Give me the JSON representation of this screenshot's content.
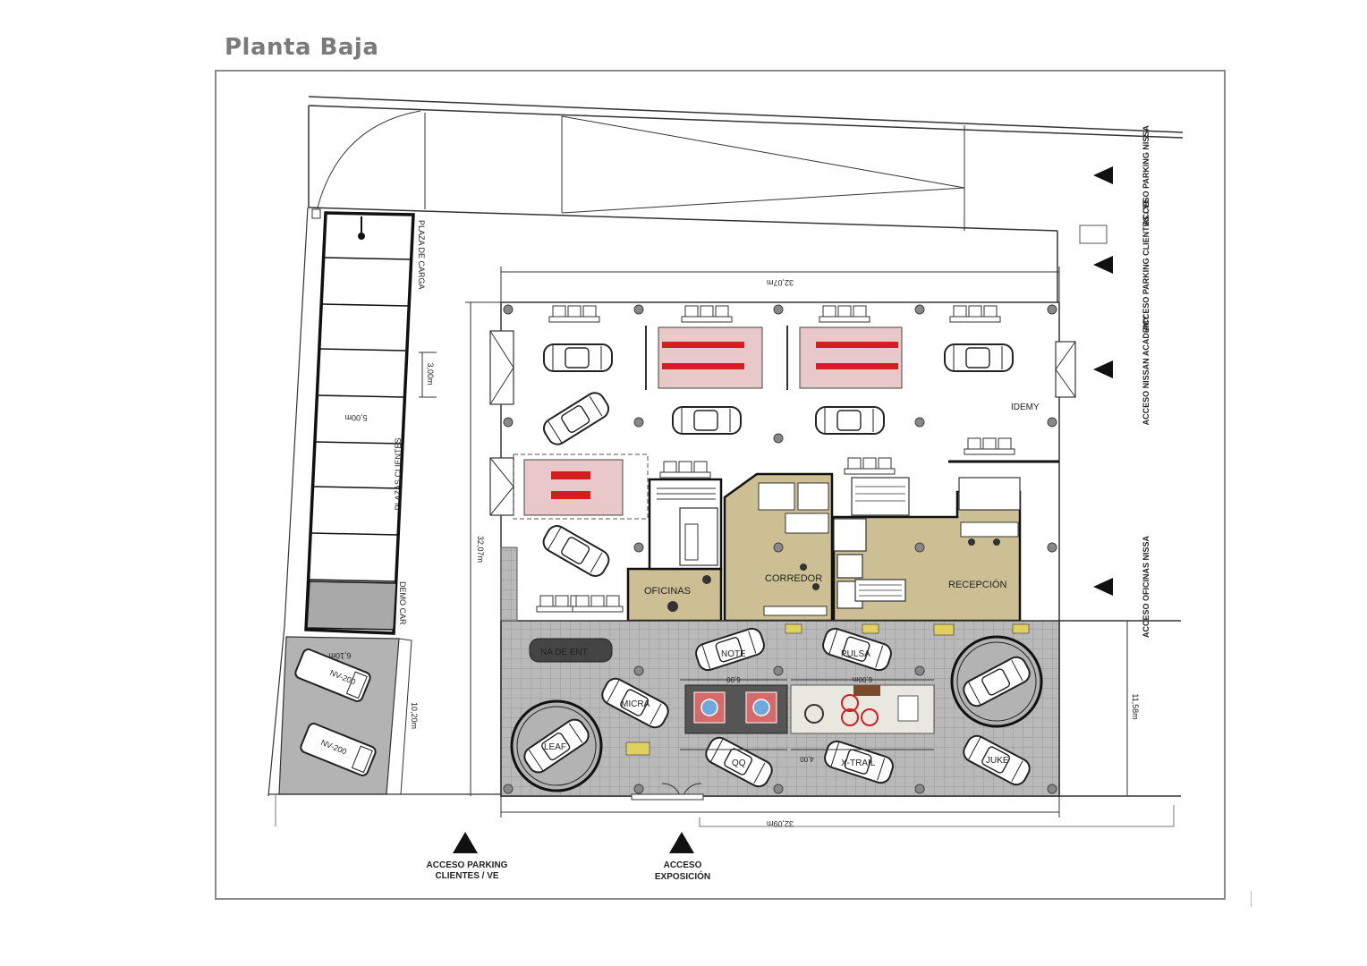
{
  "title": "Planta Baja",
  "colors": {
    "wall": "#222222",
    "office_fill": "#cdbf94",
    "showroom_fill": "#b9b9b9",
    "lift_fill": "#e8c8c8",
    "lift_bar": "#d41e1e",
    "parking_gray": "#b3b3b3",
    "dark_panel": "#555555"
  },
  "access": {
    "parking_nissa": "ACCESO PARKING NISSA",
    "parking_clientes_ve": "ACCESO PARKING CLIENTES / VE",
    "nissan_academy": "ACCESO NISSAN ACADEMY",
    "oficinas_nissa": "ACCESO OFICINAS NISSA",
    "bottom_parking_l1": "ACCESO PARKING",
    "bottom_parking_l2": "CLIENTES / VE",
    "exposicion_l1": "ACCESO",
    "exposicion_l2": "EXPOSICIÓN"
  },
  "rooms": {
    "oficinas": "OFICINAS",
    "corredor": "CORREDOR",
    "recepcion": "RECEPCIÓN",
    "academy": "IDEMY"
  },
  "parking": {
    "plaza_carga": "PLAZA DE CARGA",
    "plazas_clientes": "PLAZAS CLIENTES",
    "demo_car": "DEMO CAR"
  },
  "dimensions": {
    "top": "32,07m",
    "bottom": "32,09m",
    "left": "32,07m",
    "right": "11,58m",
    "stall_w": "3,00m",
    "stall_d": "5,00m",
    "van_w": "6,10m",
    "van_d": "10,20m",
    "inner_a": "6,00",
    "inner_b": "6,00m",
    "inner_c": "4,00"
  },
  "cars": {
    "note": "NOTE",
    "pulsar": "PULSA",
    "micra": "MICRA",
    "qashqai": "QQ",
    "xtrail": "X-TRAIL",
    "juke": "JUKE",
    "leaf": "LEAF",
    "nv200_a": "NV-200",
    "nv200_b": "NV-200",
    "entrega": "NA DE ENT"
  }
}
